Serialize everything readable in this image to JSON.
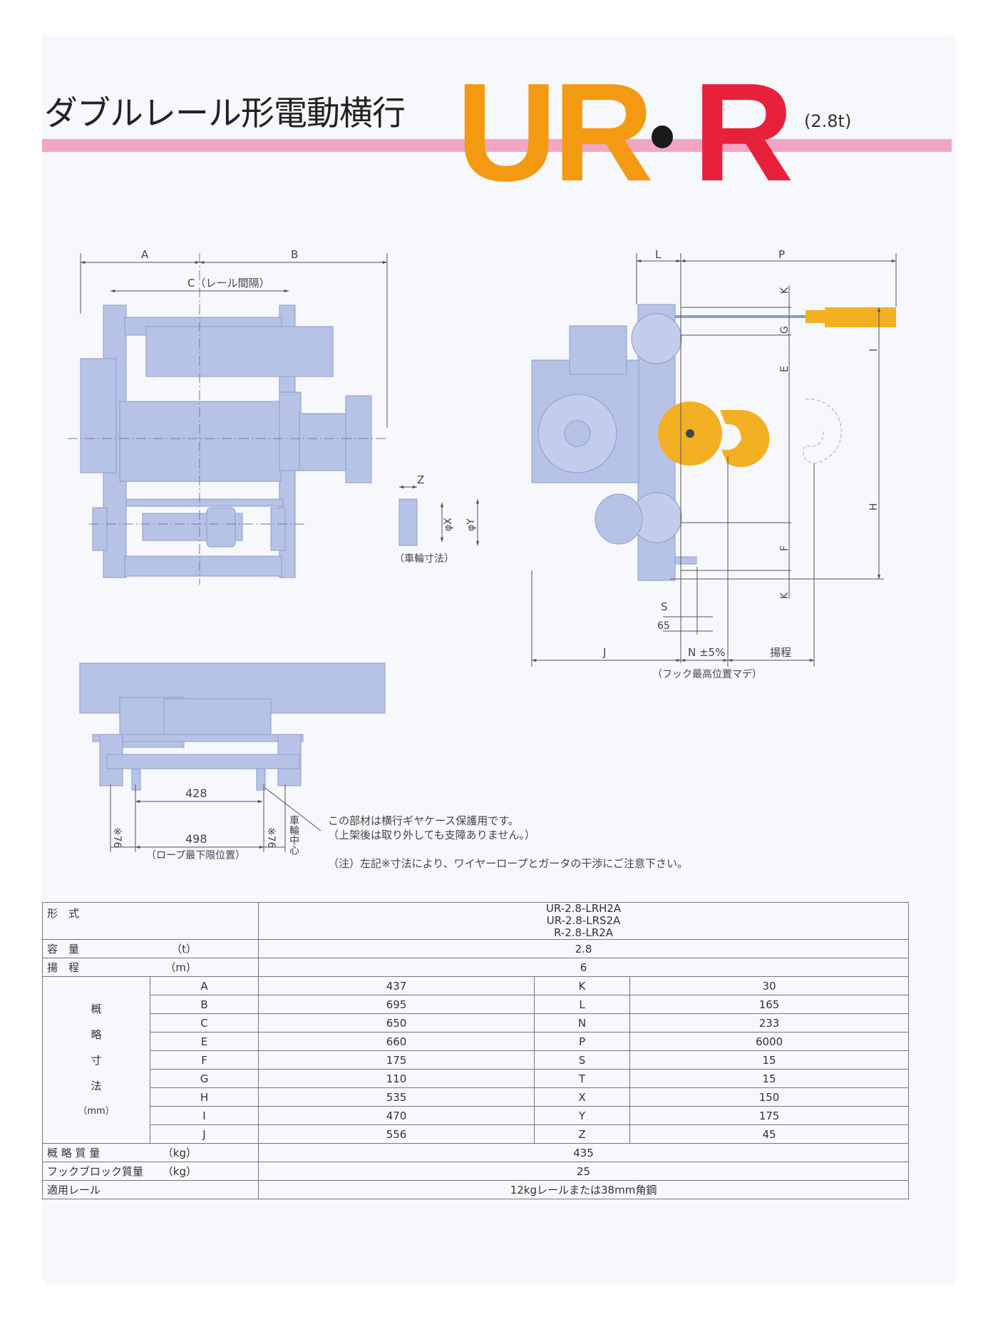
{
  "header": {
    "title_jp": "ダブルレール形電動横行",
    "model_ur": "UR",
    "model_r": "R",
    "capacity": "(2.8t)",
    "colors": {
      "ur": "#f39a12",
      "r": "#e8213a",
      "band": "#f2a6c4",
      "drawing": "#b7c3e6",
      "hook": "#f4b023"
    }
  },
  "drawing": {
    "front": {
      "a": "A",
      "b": "B",
      "c": "C（レール間隔）"
    },
    "wheel": {
      "z": "Z",
      "x": "φX",
      "y": "φY",
      "caption": "（車輪寸法）"
    },
    "side": {
      "l": "L",
      "p": "P",
      "k_top": "K",
      "g": "G",
      "e": "E",
      "i": "I",
      "h": "H",
      "f": "F",
      "k_bottom": "K",
      "s": "S",
      "s65": "65",
      "j": "J",
      "n": "N ±5%",
      "lift": "揚程",
      "caption": "（フック最高位置マデ）"
    },
    "bottom": {
      "d428": "428",
      "d498": "498",
      "rope": "（ロープ最下限位置）",
      "m76_left": "※76",
      "m76_right": "※76",
      "wheel_center": "車輪中心"
    },
    "notes": {
      "guard_1": "この部材は横行ギヤケース保護用です。",
      "guard_2": "（上架後は取り外しても支障ありません。）",
      "caution": "（注）左記※寸法により、ワイヤーロープとガータの干渉にご注意下さい。"
    }
  },
  "spec": {
    "model_label": "形　式",
    "models": [
      "UR-2.8-LRH2A",
      "UR-2.8-LRS2A",
      "R-2.8-LR2A"
    ],
    "capacity_label": "容　量",
    "capacity_unit": "（t）",
    "capacity_value": "2.8",
    "lift_label": "揚　程",
    "lift_unit": "（m）",
    "lift_value": "6",
    "dim_label": [
      "概",
      "略",
      "寸",
      "法"
    ],
    "dim_unit": "（mm）",
    "dims": [
      {
        "k1": "A",
        "v1": "437",
        "k2": "K",
        "v2": "30"
      },
      {
        "k1": "B",
        "v1": "695",
        "k2": "L",
        "v2": "165"
      },
      {
        "k1": "C",
        "v1": "650",
        "k2": "N",
        "v2": "233"
      },
      {
        "k1": "E",
        "v1": "660",
        "k2": "P",
        "v2": "6000"
      },
      {
        "k1": "F",
        "v1": "175",
        "k2": "S",
        "v2": "15"
      },
      {
        "k1": "G",
        "v1": "110",
        "k2": "T",
        "v2": "15"
      },
      {
        "k1": "H",
        "v1": "535",
        "k2": "X",
        "v2": "150"
      },
      {
        "k1": "I",
        "v1": "470",
        "k2": "Y",
        "v2": "175"
      },
      {
        "k1": "J",
        "v1": "556",
        "k2": "Z",
        "v2": "45"
      }
    ],
    "mass_label": "概 略 質 量",
    "mass_unit": "（kg）",
    "mass_value": "435",
    "hook_label": "フックブロック質量",
    "hook_unit": "（kg）",
    "hook_value": "25",
    "rail_label": "適用レール",
    "rail_value": "12kgレールまたは38mm角鋼"
  }
}
